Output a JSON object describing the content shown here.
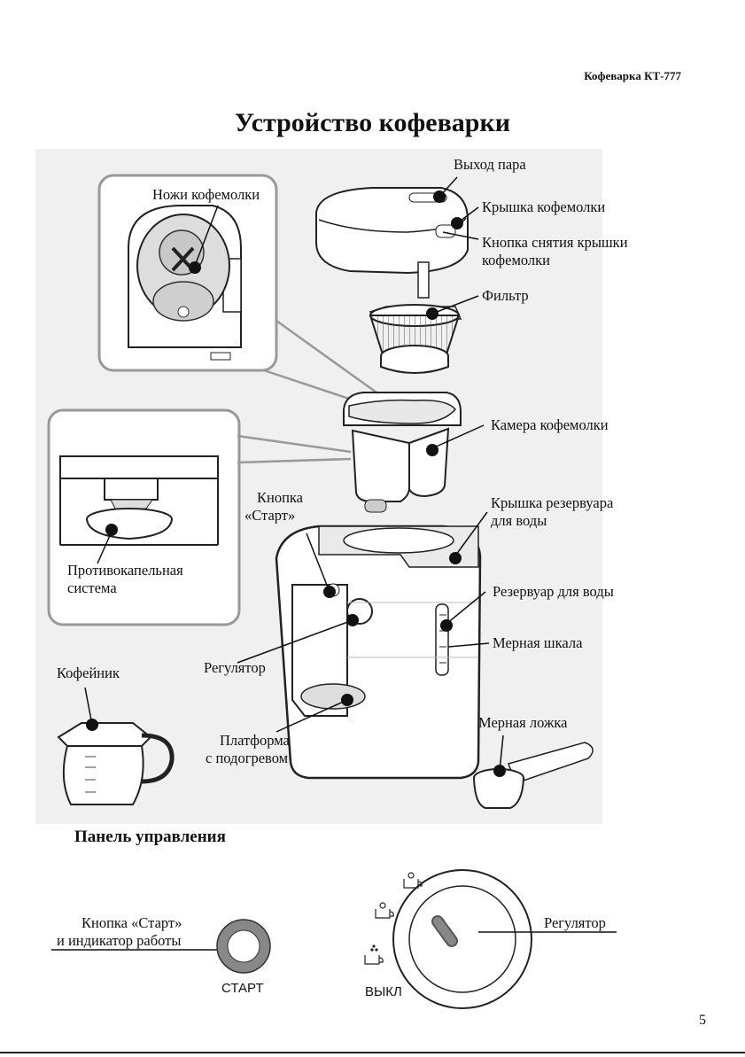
{
  "header": {
    "model": "Кофеварка КТ-777"
  },
  "page_title": "Устройство кофеварки",
  "labels": {
    "steam_outlet": "Выход пара",
    "grinder_lid": "Крышка кофемолки",
    "lid_release_1": "Кнопка снятия крышки",
    "lid_release_2": "кофемолки",
    "filter": "Фильтр",
    "grinder_blades": "Ножи кофемолки",
    "grinder_chamber": "Камера кофемолки",
    "start_button_1": "Кнопка",
    "start_button_2": "«Старт»",
    "tank_lid_1": "Крышка резервуара",
    "tank_lid_2": "для воды",
    "anti_drip_1": "Противокапельная",
    "anti_drip_2": "система",
    "water_tank": "Резервуар для воды",
    "measuring_scale": "Мерная шкала",
    "knob": "Регулятор",
    "carafe": "Кофейник",
    "measuring_spoon": "Мерная ложка",
    "hot_plate_1": "Платформа",
    "hot_plate_2": "с подогревом"
  },
  "control_panel": {
    "title": "Панель управления",
    "start_label_1": "Кнопка «Старт»",
    "start_label_2": "и индикатор работы",
    "start_caption": "СТАРТ",
    "knob_label": "Регулятор",
    "off_caption": "ВЫКЛ"
  },
  "page_number": "5"
}
